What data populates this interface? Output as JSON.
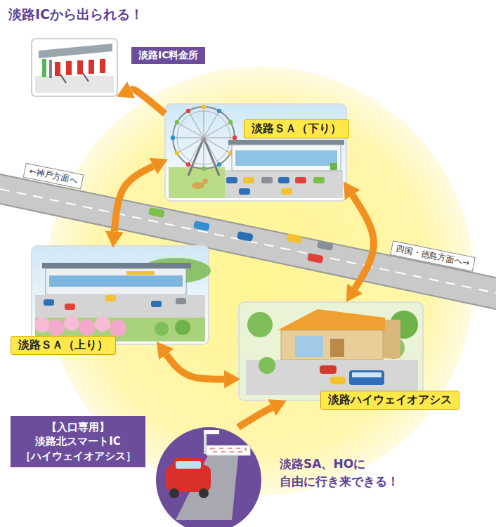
{
  "diagram": {
    "title": "淡路ICから出られる！",
    "nodes": [
      {
        "text": [
          "淡路IC料金所"
        ]
      },
      {
        "text": [
          "淡路ＳＡ（下り）"
        ]
      },
      {
        "text": [
          "淡路ＳＡ（上り）"
        ]
      },
      {
        "text": [
          "淡路ハイウェイオアシス"
        ]
      },
      {
        "text": [
          "【入口専用】 淡路北スマートIC ［ハイウェイオアシス］"
        ]
      }
    ],
    "edges": [
      {
        "from": 1,
        "to": 0,
        "arrow": "to"
      },
      {
        "from": 1,
        "to": 2,
        "arrow": "both"
      },
      {
        "from": 1,
        "to": 3,
        "arrow": "both"
      },
      {
        "from": 2,
        "to": 3,
        "arrow": "both"
      },
      {
        "from": 4,
        "to": 3,
        "arrow": "to"
      }
    ],
    "labels": [
      "←神戸方面へ",
      "四国・徳島方面へ→",
      "淡路SA、HOに 自由に行き来できる！"
    ]
  }
}
